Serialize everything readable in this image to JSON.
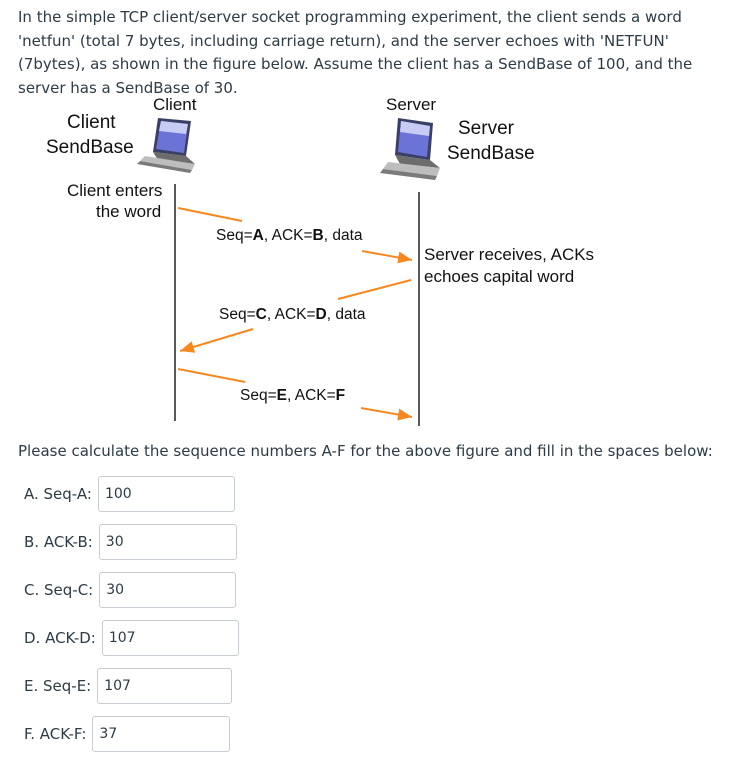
{
  "intro_text": "In the simple TCP client/server socket programming experiment, the client sends a word 'netfun' (total 7 bytes, including carriage return), and the server echoes with 'NETFUN' (7bytes), as shown in the figure below. Assume the client has a SendBase of 100, and the server has a SendBase of 30.",
  "diagram": {
    "client_title": "Client",
    "server_title": "Server",
    "client_sendbase_line1": "Client",
    "client_sendbase_line2": "SendBase",
    "server_sendbase_line1": "Server",
    "server_sendbase_line2": "SendBase",
    "client_enters_line1": "Client enters",
    "client_enters_line2": "the word",
    "server_receives_line1": "Server receives, ACKs",
    "server_receives_line2": "echoes capital word",
    "msg1": {
      "pre": "Seq=",
      "a": "A",
      "mid": ", ACK=",
      "b": "B",
      "post": ", data"
    },
    "msg2": {
      "pre": "Seq=",
      "a": "C",
      "mid": ", ACK=",
      "b": "D",
      "post": ", data"
    },
    "msg3": {
      "pre": "Seq=",
      "a": "E",
      "mid": ", ACK=",
      "b": "F",
      "post": ""
    },
    "arrow_color": "#f5891f"
  },
  "question_text": "Please calculate the sequence numbers A-F for the above figure and fill in the spaces below:",
  "answers": [
    {
      "label": "A. Seq-A:",
      "value": "100"
    },
    {
      "label": "B. ACK-B:",
      "value": "30"
    },
    {
      "label": "C. Seq-C:",
      "value": "30"
    },
    {
      "label": "D. ACK-D:",
      "value": "107"
    },
    {
      "label": "E. Seq-E:",
      "value": "107"
    },
    {
      "label": "F. ACK-F:",
      "value": "37"
    }
  ]
}
